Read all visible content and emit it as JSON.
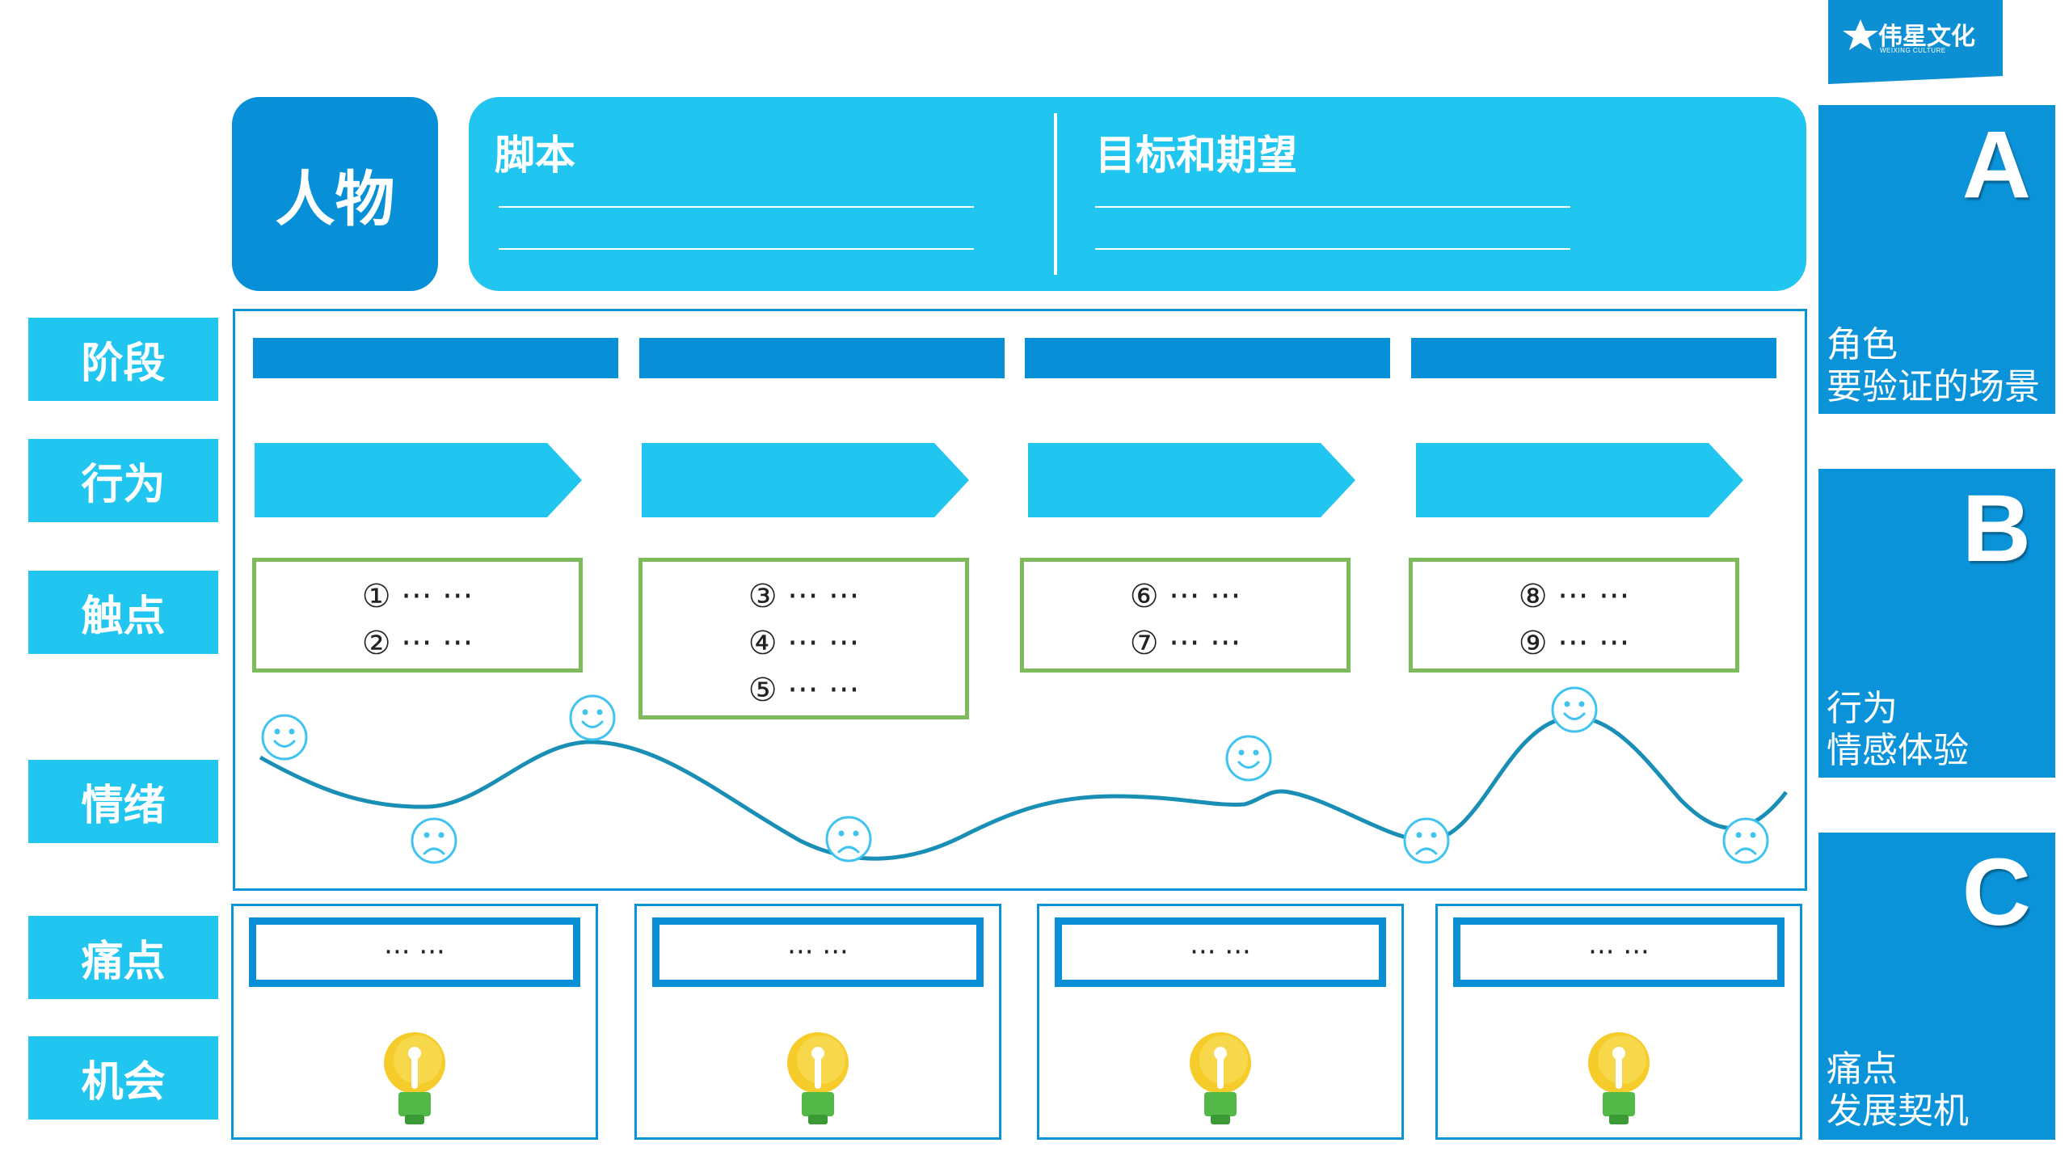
{
  "brand": {
    "name": "伟星文化",
    "tagline": "WEIXING CULTURE"
  },
  "header": {
    "persona": "人物",
    "script_title": "脚本",
    "goals_title": "目标和期望"
  },
  "rows": {
    "stage": "阶段",
    "behavior": "行为",
    "touchpoint": "触点",
    "emotion": "情绪",
    "pain": "痛点",
    "opportunity": "机会"
  },
  "touchpoints": [
    [
      "① ··· ···",
      "② ··· ···"
    ],
    [
      "③ ··· ···",
      "④ ··· ···",
      "⑤ ··· ···"
    ],
    [
      "⑥ ··· ···",
      "⑦ ··· ···"
    ],
    [
      "⑧ ··· ···",
      "⑨ ··· ···"
    ]
  ],
  "emotion_points": [
    {
      "face": "smile"
    },
    {
      "face": "sad"
    },
    {
      "face": "smile"
    },
    {
      "face": "sad"
    },
    {
      "face": "smile"
    },
    {
      "face": "sad"
    },
    {
      "face": "smile"
    },
    {
      "face": "sad"
    }
  ],
  "pain_points": [
    "··· ···",
    "··· ···",
    "··· ···",
    "··· ···"
  ],
  "side_panels": [
    {
      "letter": "A",
      "line1": "角色",
      "line2": "要验证的场景"
    },
    {
      "letter": "B",
      "line1": "行为",
      "line2": "情感体验"
    },
    {
      "letter": "C",
      "line1": "痛点",
      "line2": "发展契机"
    }
  ],
  "colors": {
    "dark_blue": "#0790d8",
    "light_blue": "#20c5f0",
    "green_border": "#7dbb5c",
    "curve": "#1a8fb5",
    "bulb_yellow": "#f5cc2a",
    "bulb_green": "#52b848"
  }
}
